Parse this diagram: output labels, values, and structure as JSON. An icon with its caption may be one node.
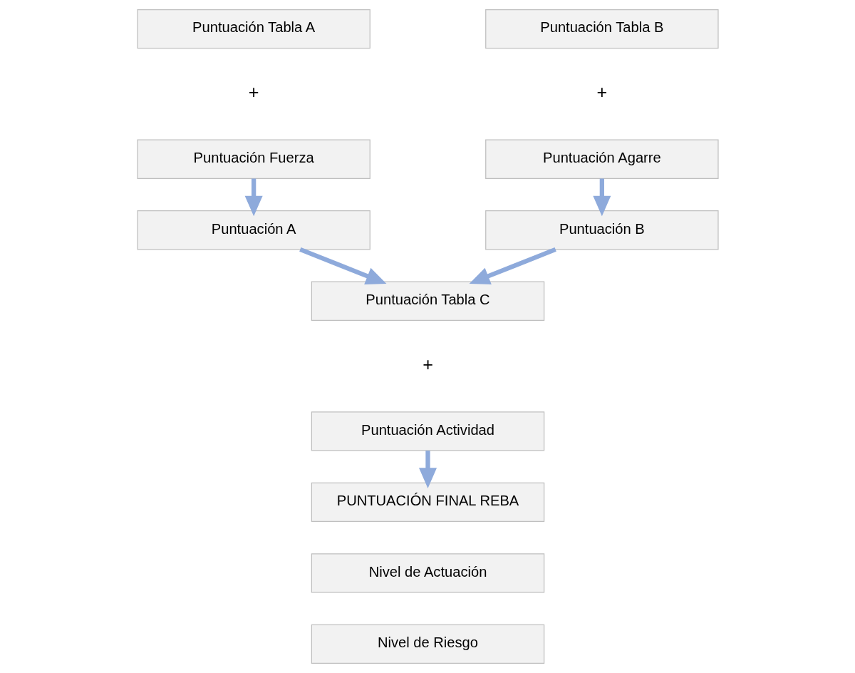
{
  "diagram": {
    "nodes": [
      {
        "text": [
          "Puntuación Tabla A"
        ]
      },
      {
        "text": [
          "Puntuación Fuerza"
        ]
      },
      {
        "text": [
          "Puntuación A"
        ]
      },
      {
        "text": [
          "Puntuación Tabla B"
        ]
      },
      {
        "text": [
          "Puntuación Agarre"
        ]
      },
      {
        "text": [
          "Puntuación B"
        ]
      },
      {
        "text": [
          "Puntuación Tabla C"
        ]
      },
      {
        "text": [
          "Puntuación Actividad"
        ]
      },
      {
        "text": [
          "PUNTUACIÓN FINAL REBA"
        ]
      },
      {
        "text": [
          "Nivel de Actuación"
        ]
      },
      {
        "text": [
          "Nivel de Riesgo"
        ]
      }
    ],
    "edges": [
      {
        "from": 1,
        "to": 2,
        "arrow": "to"
      },
      {
        "from": 4,
        "to": 5,
        "arrow": "to"
      },
      {
        "from": 2,
        "to": 6,
        "arrow": "to"
      },
      {
        "from": 5,
        "to": 6,
        "arrow": "to"
      },
      {
        "from": 7,
        "to": 8,
        "arrow": "to"
      }
    ],
    "labels": [
      "+",
      "+",
      "+"
    ]
  }
}
